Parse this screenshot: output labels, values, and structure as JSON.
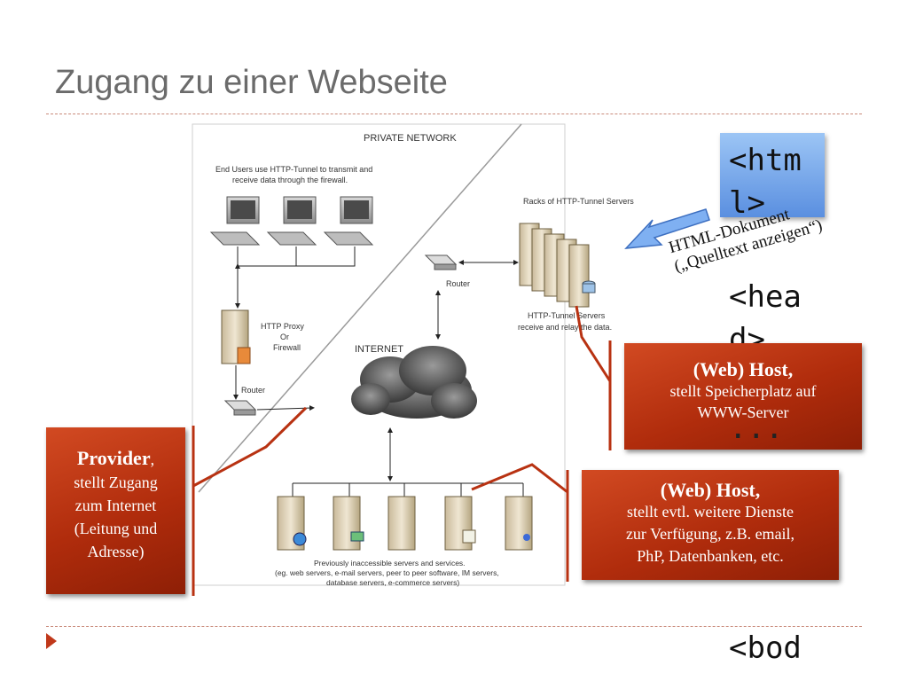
{
  "slide": {
    "title": "Zugang zu einer Webseite"
  },
  "diagram": {
    "private_network": "PRIVATE NETWORK",
    "end_users_line1": "End Users use HTTP-Tunnel to transmit and",
    "end_users_line2": "receive data through the firewall.",
    "racks": "Racks of HTTP-Tunnel Servers",
    "router1": "Router",
    "router2": "Router",
    "proxy_line1": "HTTP Proxy",
    "proxy_line2": "Or",
    "proxy_line3": "Firewall",
    "internet": "INTERNET",
    "tunnel_line1": "HTTP-Tunnel Servers",
    "tunnel_line2": "receive and relay the data.",
    "servers_line1": "Previously inaccessible servers and services.",
    "servers_line2": "(eg. web servers, e-mail servers, peer to peer software, IM servers,",
    "servers_line3": "database servers, e-commerce servers)"
  },
  "note": {
    "code_html_1": "<htm",
    "code_html_2": "l>",
    "caption_line1": "HTML-Dokument",
    "caption_line2": "(„Quelltext anzeigen“)",
    "code_head_1": "<hea",
    "code_head_2": "d>",
    "code_dots": "...",
    "code_body": "<bod"
  },
  "boxes": {
    "provider_bold": "Provider",
    "provider_comma": ",",
    "provider_text1": "stellt Zugang",
    "provider_text2": "zum Internet",
    "provider_text3": "(Leitung und",
    "provider_text4": "Adresse)",
    "host1_title": "(Web) Host,",
    "host1_text1": "stellt Speicherplatz auf",
    "host1_text2": "WWW-Server",
    "host2_title": "(Web) Host,",
    "host2_text1": "stellt evtl. weitere Dienste",
    "host2_text2": "zur Verfügung, z.B. email,",
    "host2_text3": "PhP, Datenbanken, etc."
  },
  "colors": {
    "accent_red": "#b83212",
    "title_gray": "#6b6b6b",
    "note_blue": "#7aaaf0"
  }
}
